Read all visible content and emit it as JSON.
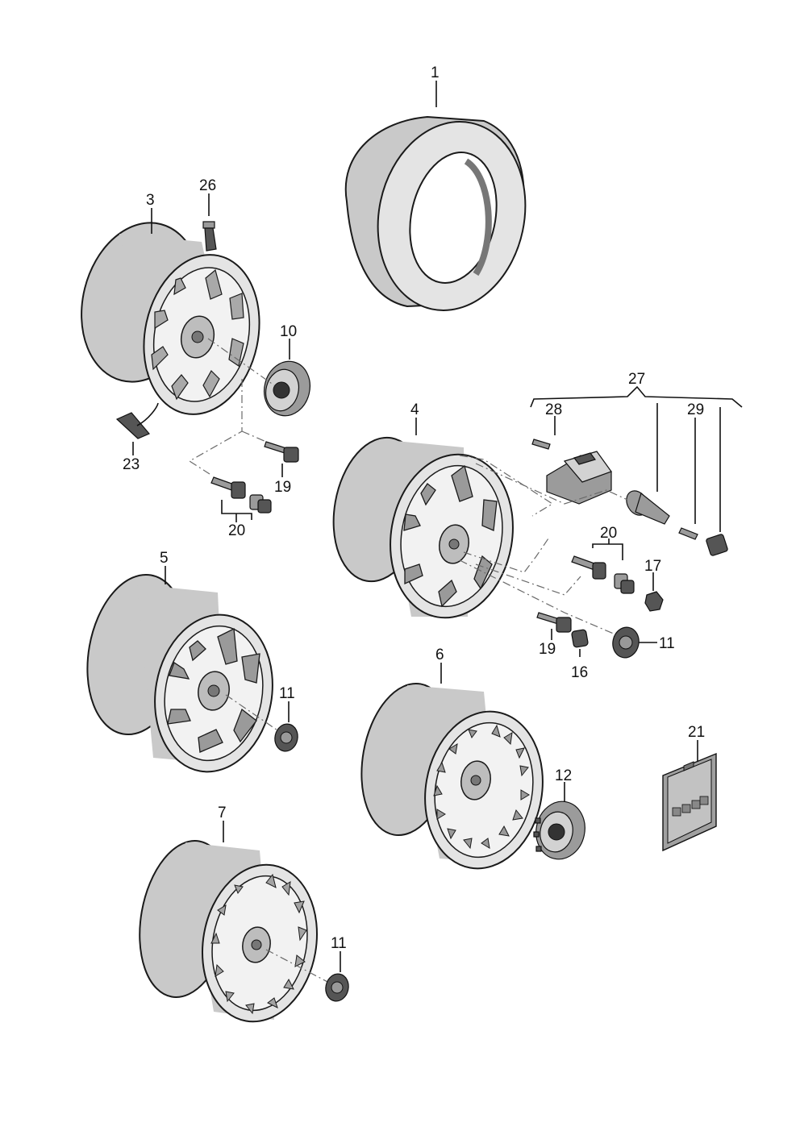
{
  "labels": {
    "p1": "1",
    "p3": "3",
    "p4": "4",
    "p5": "5",
    "p6": "6",
    "p7": "7",
    "p10": "10",
    "p11a": "11",
    "p11b": "11",
    "p11c": "11",
    "p12": "12",
    "p16": "16",
    "p17": "17",
    "p19a": "19",
    "p19b": "19",
    "p20a": "20",
    "p20b": "20",
    "p21": "21",
    "p23": "23",
    "p26": "26",
    "p27": "27",
    "p28": "28",
    "p29": "29"
  }
}
